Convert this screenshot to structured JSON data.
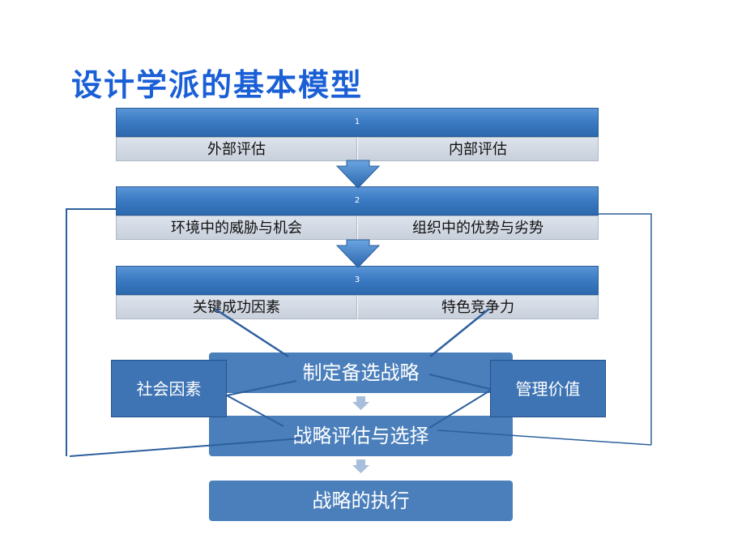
{
  "title": "设计学派的基本模型",
  "stages": [
    {
      "number": "1",
      "left": "外部评估",
      "right": "内部评估"
    },
    {
      "number": "2",
      "left": "环境中的威胁与机会",
      "right": "组织中的优势与劣势"
    },
    {
      "number": "3",
      "left": "关键成功因素",
      "right": "特色竞争力"
    }
  ],
  "process": {
    "formulate": "制定备选战略",
    "evaluate": "战略评估与选择",
    "execute": "战略的执行"
  },
  "side": {
    "left": "社会因素",
    "right": "管理价值"
  }
}
